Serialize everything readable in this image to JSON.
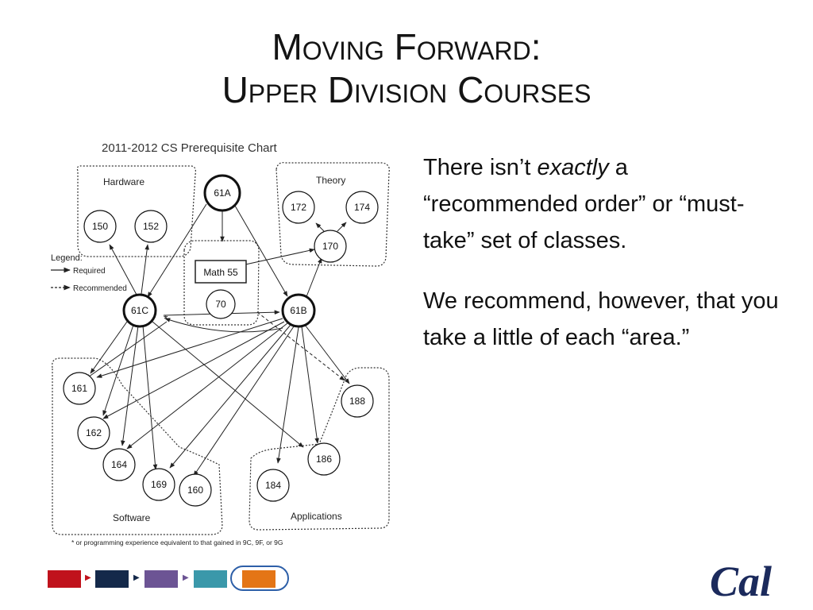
{
  "title": {
    "line1": "Moving Forward:",
    "line2": "Upper Division Courses"
  },
  "diagram": {
    "title": "2011-2012 CS Prerequisite Chart",
    "groups": {
      "hardware": "Hardware",
      "theory": "Theory",
      "software": "Software",
      "applications": "Applications"
    },
    "legend": {
      "heading": "Legend:",
      "required": "Required",
      "recommended": "Recommended"
    },
    "nodes": [
      "61A",
      "61B",
      "61C",
      "150",
      "152",
      "172",
      "174",
      "170",
      "70",
      "161",
      "162",
      "164",
      "169",
      "160",
      "184",
      "186",
      "188"
    ],
    "box_label": "Math 55",
    "asterisk": "*",
    "footnote": "* or programming experience equivalent to that gained in 9C, 9F, or 9G"
  },
  "body": {
    "p1_before": "There isn’t ",
    "p1_em": "exactly",
    "p1_after": " a “recommended order” or “must-take” set of classes.",
    "p2": "We recommend, however, that you take a little of each “area.”"
  },
  "nav": {
    "colors": [
      "#c0121c",
      "#14294a",
      "#6c5494",
      "#3a98aa",
      "#e47516"
    ],
    "ring_color": "#2d5fa8"
  },
  "logo": {
    "text": "Cal",
    "color": "#1b2a5c"
  }
}
